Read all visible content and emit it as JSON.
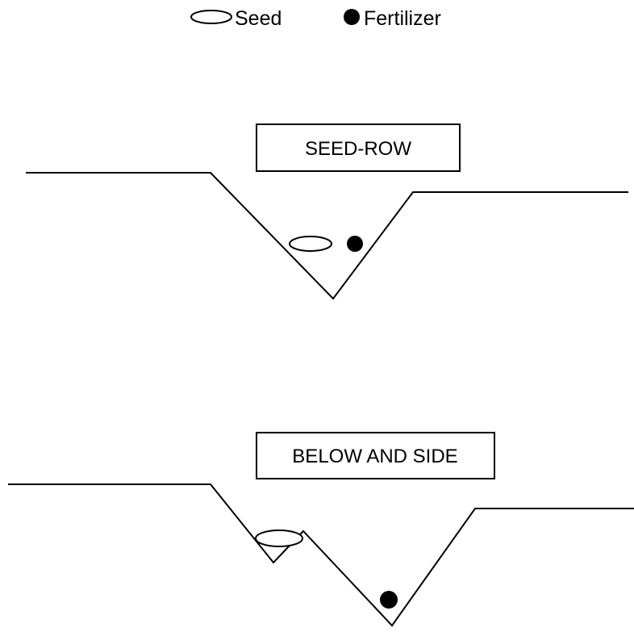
{
  "legend": {
    "seed_label": "Seed",
    "fertilizer_label": "Fertilizer"
  },
  "diagrams": [
    {
      "title": "SEED-ROW"
    },
    {
      "title": "BELOW AND SIDE"
    }
  ]
}
